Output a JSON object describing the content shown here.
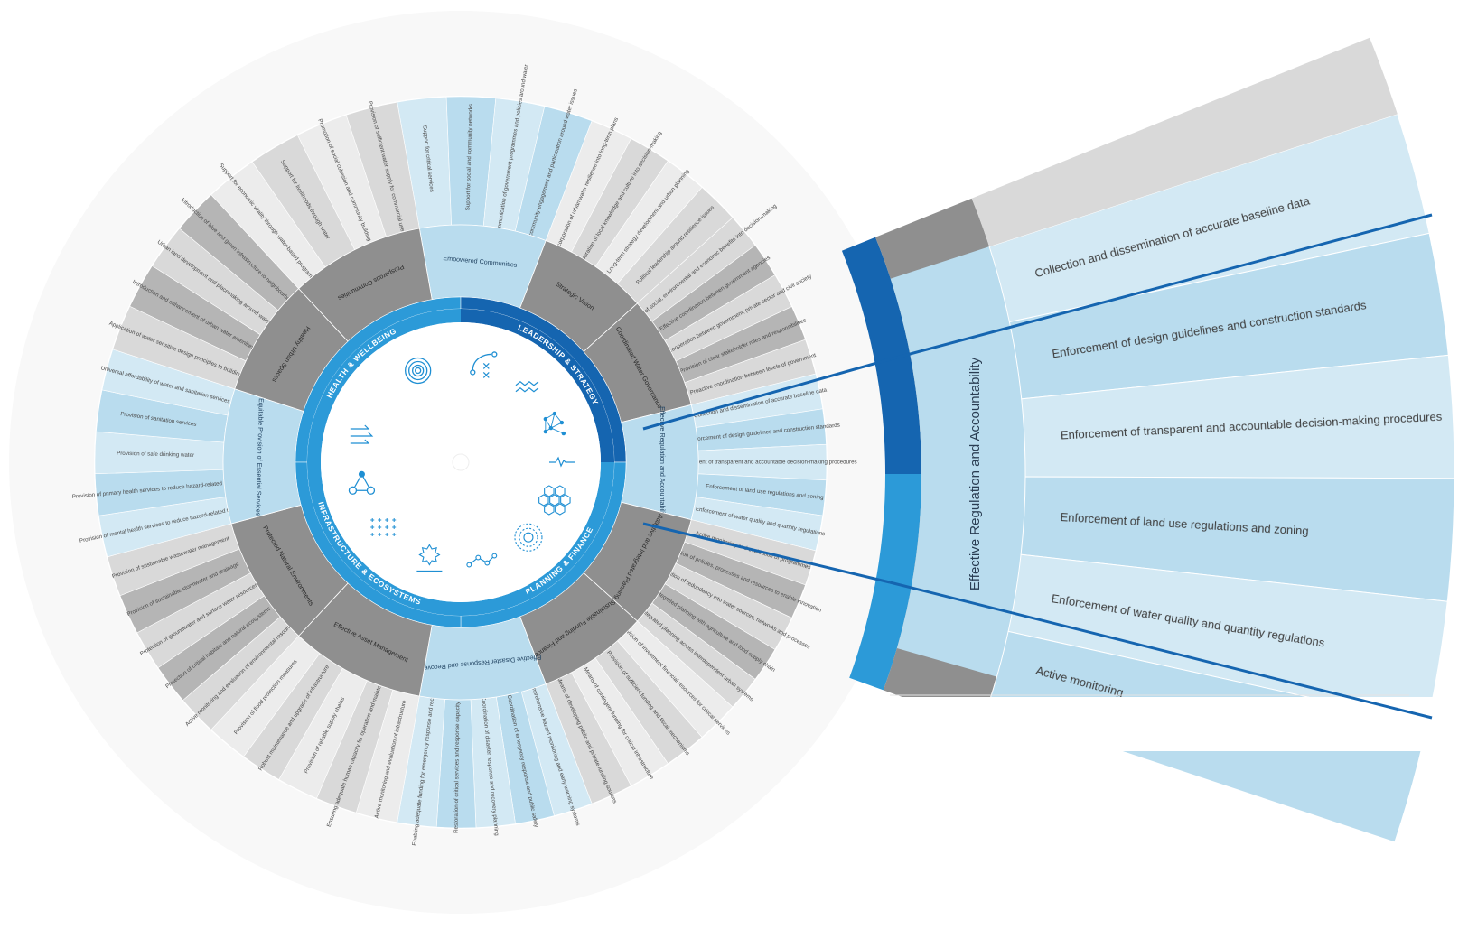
{
  "colors": {
    "dark_blue": "#1565b0",
    "mid_blue": "#2c9ad8",
    "light_blue": "#b9dcee",
    "pale_blue": "#d3e9f4",
    "dark_gray": "#8f8f8f",
    "mid_gray": "#b5b5b5",
    "light_gray": "#d9d9d9",
    "pale_gray": "#ececec",
    "ghost_ring": "#f7f7f7",
    "icon_blue": "#1f8fd3",
    "callout_line": "#1565b0"
  },
  "dimensions": [
    {
      "id": "hw",
      "label": "HEALTH & WELLBEING",
      "color": "#2c9ad8"
    },
    {
      "id": "ls",
      "label": "LEADERSHIP & STRATEGY",
      "color": "#1565b0"
    },
    {
      "id": "pf",
      "label": "PLANNING & FINANCE",
      "color": "#2c9ad8"
    },
    {
      "id": "ie",
      "label": "INFRASTRUCTURE & ECOSYSTEMS",
      "color": "#2c9ad8"
    }
  ],
  "goals": [
    {
      "label": "Empowered Communities",
      "style": "light_blue",
      "qualities": [
        "Support for critical services",
        "Support for social and community networks",
        "Effective communication of government programmes and policies around water",
        "Active community engagement and participation around water issues"
      ]
    },
    {
      "label": "Strategic Vision",
      "style": "dark_gray",
      "qualities": [
        "Incorporation of urban water resilience into long-term plans",
        "Incorporation of local knowledge and culture into decision-making",
        "Long-term strategy development and urban planning",
        "Political leadership around resilience issues"
      ]
    },
    {
      "label": "Coordinated Water Governance",
      "style": "dark_gray",
      "qualities": [
        "Incorporation of social, environmental and economic benefits into decision-making",
        "Effective coordination between government agencies",
        "Effective cooperation between government, private sector and civil society",
        "Provision of clear stakeholder roles and responsibilities",
        "Proactive coordination between levels of government"
      ]
    },
    {
      "label": "Effective Regulation and Accountability",
      "style": "light_blue",
      "qualities": [
        "Collection and dissemination of accurate baseline data",
        "Enforcement of design guidelines and construction standards",
        "Enforcement of transparent and accountable decision-making procedures",
        "Enforcement of land use regulations and zoning",
        "Enforcement of water quality and quantity regulations"
      ]
    },
    {
      "label": "Adaptive and Integrated Planning",
      "style": "dark_gray",
      "qualities": [
        "Active monitoring and evaluation of programmes",
        "Promotion of policies, processes and resources to enable innovation",
        "Incorporation of redundancy into water sources, networks and processes",
        "Integrated planning with agriculture and food supply chain",
        "Integrated planning across interdependent urban systems"
      ]
    },
    {
      "label": "Sustainable Funding and Finance",
      "style": "dark_gray",
      "qualities": [
        "Provision of investment financial resources for critical services",
        "Provision of sufficient funding and fiscal mechanisms",
        "Means of contingent funding for critical infrastructure",
        "Means of developing public and private funding sources"
      ]
    },
    {
      "label": "Effective Disaster Response and Recovery",
      "style": "light_blue",
      "qualities": [
        "Comprehensive hazard monitoring and early warning systems",
        "Coordination of emergency response and public safety",
        "Coordination of disaster response and recovery planning",
        "Restoration of critical services and response capacity",
        "Enabling adequate funding for emergency response and recovery"
      ]
    },
    {
      "label": "Effective Asset Management",
      "style": "dark_gray",
      "qualities": [
        "Active monitoring and evaluation of infrastructure",
        "Ensuring adequate human capacity for operation and maintenance",
        "Provision of reliable supply chains",
        "Robust maintenance and upgrade of infrastructure",
        "Provision of flood protection measures"
      ]
    },
    {
      "label": "Protected Natural Environments",
      "style": "dark_gray",
      "qualities": [
        "Active monitoring and evaluation of environmental resources",
        "Protection of critical habitats and natural ecosystems",
        "Protection of groundwater and surface water resources",
        "Provision of sustainable stormwater and drainage",
        "Provision of sustainable wastewater management"
      ]
    },
    {
      "label": "Equitable Provision of Essential Services",
      "style": "light_blue",
      "qualities": [
        "Provision of mental health services to reduce hazard-related trauma",
        "Provision of primary health services to reduce hazard-related trauma",
        "Provision of safe drinking water",
        "Provision of sanitation services",
        "Universal affordability of water and sanitation services"
      ]
    },
    {
      "label": "Healthy Urban Spaces",
      "style": "dark_gray",
      "qualities": [
        "Application of water sensitive design principles to buildings",
        "Introduction and enhancement of urban water amenities",
        "Urban land development and placemaking around water",
        "Introduction of blue and green infrastructure to neighbourhoods"
      ]
    },
    {
      "label": "Prosperous Communities",
      "style": "dark_gray",
      "qualities": [
        "Support for economic vitality through water-based programmes",
        "Support for livelihoods through water",
        "Promotion of social cohesion and community building",
        "Provision of sufficient water supply for commercial use"
      ]
    }
  ],
  "callout": {
    "goal_label": "Effective Regulation and Accountability",
    "items": [
      "Collection and dissemination of accurate baseline data",
      "Enforcement of design guidelines and construction standards",
      "Enforcement of transparent and accountable decision-making procedures",
      "Enforcement of land use regulations and zoning",
      "Enforcement of water quality and quantity regulations"
    ],
    "next_item_fragment": "Active monitoring"
  },
  "icons": [
    "target-icon",
    "strategy-play-icon",
    "wave-icon",
    "network-nodes-icon",
    "pulse-icon",
    "honeycomb-icon",
    "concentric-dashed-icon",
    "line-graph-icon",
    "sun-burst-icon",
    "grid-plus-icon",
    "triangle-nodes-icon",
    "flow-arrows-icon"
  ]
}
